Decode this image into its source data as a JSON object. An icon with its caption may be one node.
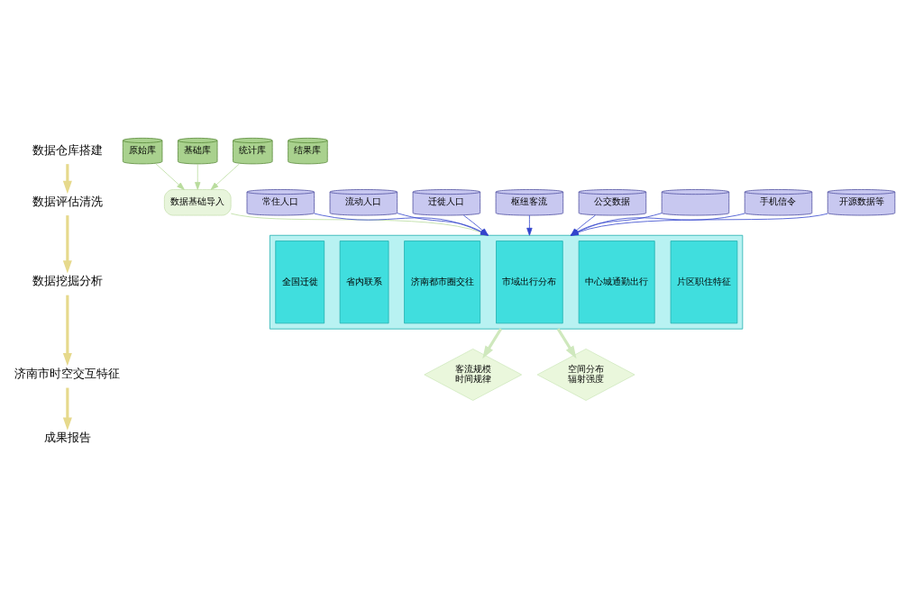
{
  "diagram": {
    "nodes": [
      {
        "text": [
          "数据仓库搭建"
        ]
      },
      {
        "text": [
          "数据评估清洗"
        ]
      },
      {
        "text": [
          "数据挖掘分析"
        ]
      },
      {
        "text": [
          "济南市时空交互特征"
        ]
      },
      {
        "text": [
          "成果报告"
        ]
      },
      {
        "text": [
          "原始库"
        ]
      },
      {
        "text": [
          "基础库"
        ]
      },
      {
        "text": [
          "统计库"
        ]
      },
      {
        "text": [
          "结果库"
        ]
      },
      {
        "text": [
          "数据基础导入"
        ]
      },
      {
        "text": [],
        "shape": "box"
      },
      {
        "text": [
          "全国迁徙"
        ],
        "in": 10
      },
      {
        "text": [
          "省内联系"
        ],
        "in": 10
      },
      {
        "text": [
          "济南都市圈交往"
        ],
        "in": 10
      },
      {
        "text": [
          "市域出行分布"
        ],
        "in": 10
      },
      {
        "text": [
          "中心城通勤出行"
        ],
        "in": 10
      },
      {
        "text": [
          "片区职住特征"
        ],
        "in": 10
      },
      {
        "text": [
          "常住人口"
        ]
      },
      {
        "text": [
          "流动人口"
        ]
      },
      {
        "text": [
          "迁徙人口"
        ]
      },
      {
        "text": [
          "枢纽客流"
        ]
      },
      {
        "text": [
          "公交数据"
        ]
      },
      {
        "text": [],
        "shape": "cylinder"
      },
      {
        "text": [
          "手机信令"
        ]
      },
      {
        "text": [
          "开源数据等"
        ]
      },
      {
        "text": [
          "客流规模",
          "时间规律"
        ]
      },
      {
        "text": [
          "空间分布",
          "辐射强度"
        ]
      }
    ],
    "edges": [
      {
        "from": 0,
        "to": 1,
        "arrow": "to",
        "style": "thick",
        "color": "#e6d98c"
      },
      {
        "from": 1,
        "to": 2,
        "arrow": "to",
        "style": "thick",
        "color": "#e6d98c"
      },
      {
        "from": 2,
        "to": 3,
        "arrow": "to",
        "style": "thick",
        "color": "#e6d98c"
      },
      {
        "from": 3,
        "to": 4,
        "arrow": "to",
        "style": "thick",
        "color": "#e6d98c"
      },
      {
        "from": 5,
        "to": 9,
        "arrow": "to",
        "color": "#b8dc9c"
      },
      {
        "from": 6,
        "to": 9,
        "arrow": "to",
        "color": "#b8dc9c"
      },
      {
        "from": 7,
        "to": 9,
        "arrow": "to",
        "color": "#b8dc9c"
      },
      {
        "from": 9,
        "to": 10,
        "arrow": "to",
        "color": "#b8dc9c"
      },
      {
        "from": 17,
        "to": 10,
        "arrow": "to"
      },
      {
        "from": 18,
        "to": 10,
        "arrow": "to"
      },
      {
        "from": 19,
        "to": 10,
        "arrow": "to"
      },
      {
        "from": 20,
        "to": 10,
        "arrow": "to"
      },
      {
        "from": 21,
        "to": 10,
        "arrow": "to"
      },
      {
        "from": 22,
        "to": 10,
        "arrow": "to"
      },
      {
        "from": 23,
        "to": 10,
        "arrow": "to"
      },
      {
        "from": 24,
        "to": 10,
        "arrow": "to"
      },
      {
        "from": 10,
        "to": 25,
        "arrow": "to",
        "style": "thick",
        "color": "#cfe8bd"
      },
      {
        "from": 10,
        "to": 26,
        "arrow": "to",
        "style": "thick",
        "color": "#cfe8bd"
      }
    ]
  }
}
